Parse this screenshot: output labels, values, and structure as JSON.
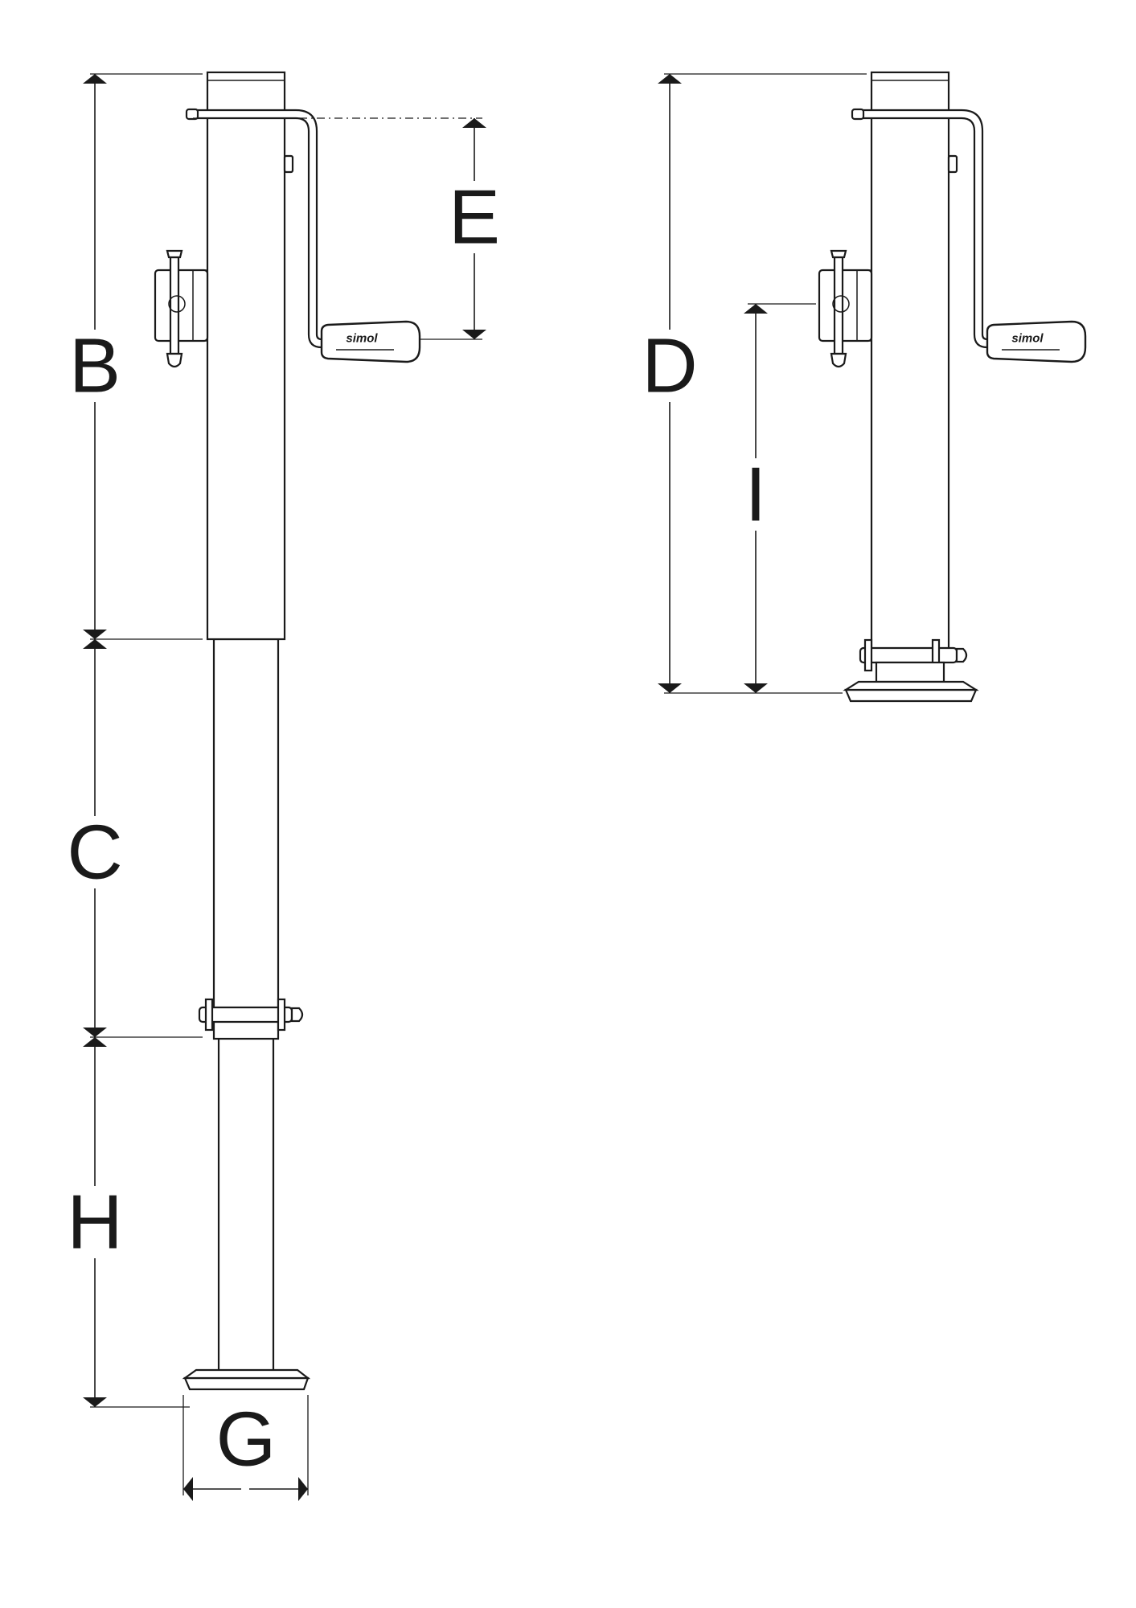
{
  "dimension_labels": {
    "B": "B",
    "C": "C",
    "H": "H",
    "G": "G",
    "E": "E",
    "D": "D",
    "I": "I"
  },
  "handle_brand": "simol",
  "views": [
    "extended-jack",
    "retracted-jack"
  ]
}
